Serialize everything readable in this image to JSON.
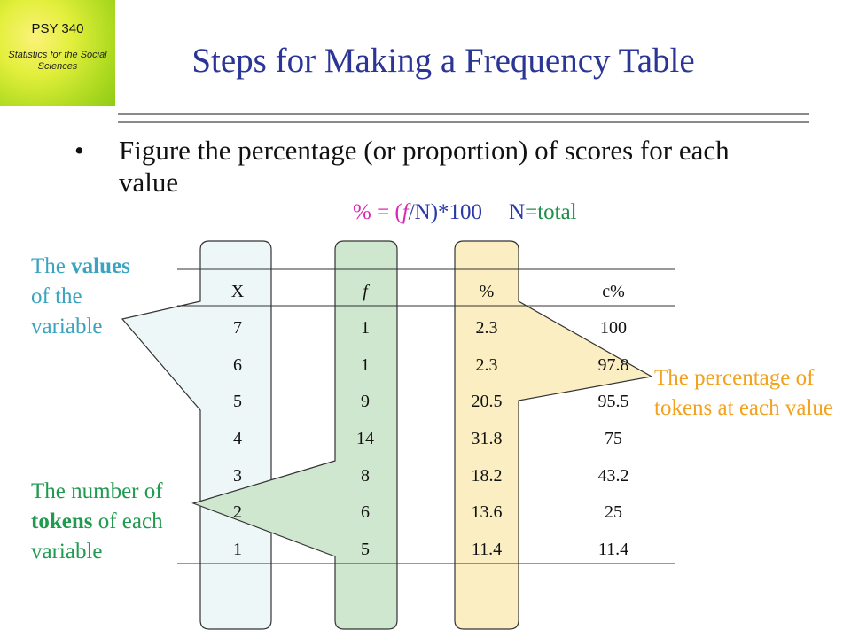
{
  "logo": {
    "course": "PSY 340",
    "subtitle": "Statistics for the Social Sciences"
  },
  "title": "Steps for Making a Frequency Table",
  "bullet_symbol": "•",
  "bullet_text": "Figure the percentage (or proportion) of scores for each value",
  "formula": {
    "pct": "% = (",
    "f": "f",
    "slash": "/N)*100",
    "n": "N",
    "eq_total": "=total"
  },
  "callouts": {
    "values": {
      "pre": "The ",
      "bold": "values",
      "post": " of the variable"
    },
    "tokens": {
      "pre": "The number of ",
      "bold": "tokens",
      "post": " of each variable"
    },
    "percentage": "The percentage of tokens at each value"
  },
  "table": {
    "headers": [
      "X",
      "f",
      "%",
      "c%"
    ],
    "rows": [
      [
        "7",
        "1",
        "2.3",
        "100"
      ],
      [
        "6",
        "1",
        "2.3",
        "97.8"
      ],
      [
        "5",
        "9",
        "20.5",
        "95.5"
      ],
      [
        "4",
        "14",
        "31.8",
        "75"
      ],
      [
        "3",
        "8",
        "18.2",
        "43.2"
      ],
      [
        "2",
        "6",
        "13.6",
        "25"
      ],
      [
        "1",
        "5",
        "11.4",
        "11.4"
      ]
    ]
  },
  "colors": {
    "title": "#2a3595",
    "values_callout": "#3aa3bf",
    "tokens_callout": "#1f9a4f",
    "percentage_callout": "#f3a21e",
    "x_column_fill": "#eef7f7",
    "f_column_fill": "#cfe6cf",
    "pct_column_fill": "#fbeec2"
  }
}
